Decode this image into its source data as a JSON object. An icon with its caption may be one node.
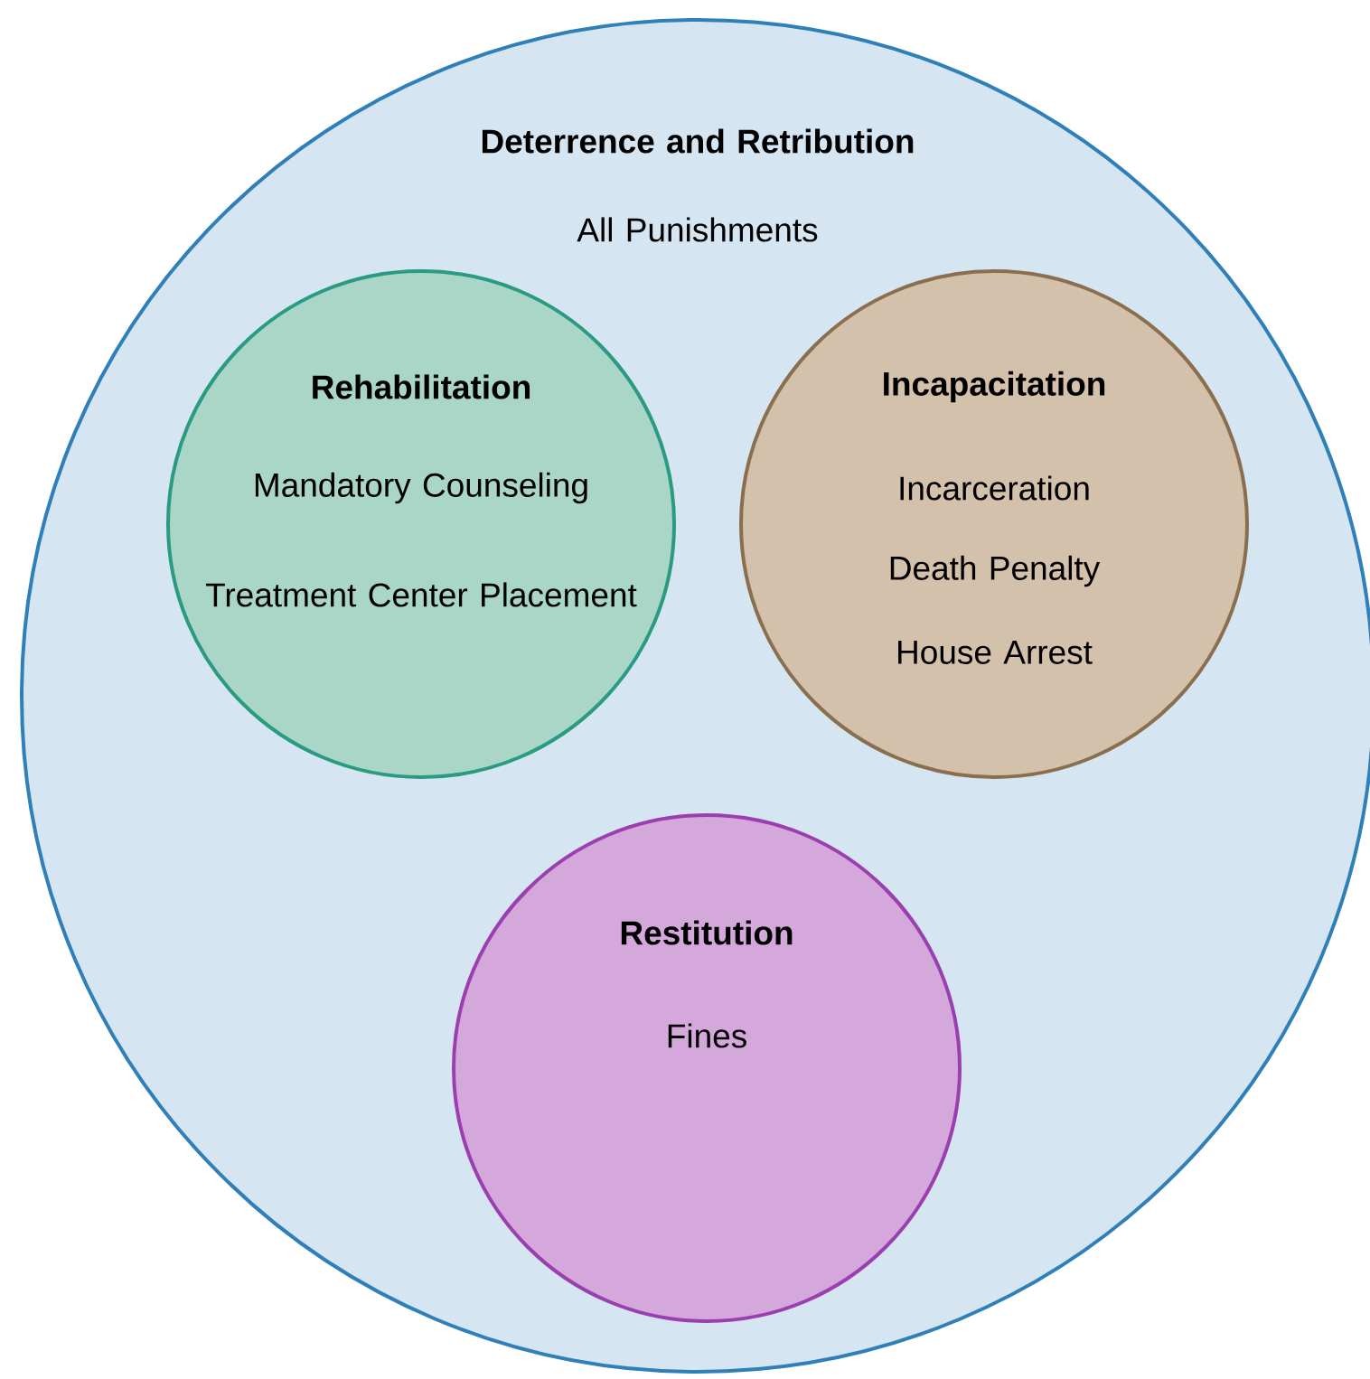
{
  "diagram": {
    "nodes": [
      {
        "text": [
          "Deterrence and Retribution",
          "All Punishments"
        ]
      },
      {
        "text": [
          "Rehabilitation",
          "Mandatory Counseling",
          "Treatment Center Placement"
        ],
        "in": 0
      },
      {
        "text": [
          "Incapacitation",
          "Incarceration",
          "Death Penalty",
          "House Arrest"
        ],
        "in": 0
      },
      {
        "text": [
          "Restitution",
          "Fines"
        ],
        "in": 0
      }
    ]
  }
}
